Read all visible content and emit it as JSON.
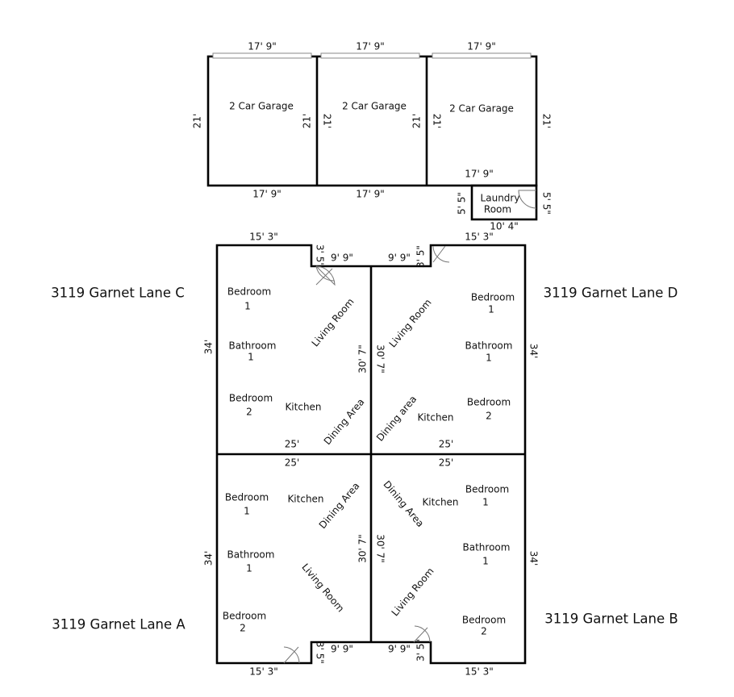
{
  "garages": [
    {
      "label": "2 Car Garage",
      "top": "17' 9\"",
      "bottom": "17' 9\"",
      "left": "21'",
      "right": "21'"
    },
    {
      "label": "2 Car Garage",
      "top": "17' 9\"",
      "bottom": "17' 9\"",
      "left": "21'",
      "right": "21'"
    },
    {
      "label": "2 Car Garage",
      "top": "17' 9\"",
      "bottom": "17' 9\"",
      "left": "21'",
      "right": "21'"
    }
  ],
  "laundry": {
    "line1": "Laundry",
    "line2": "Room",
    "left": "5' 5\"",
    "right": "5' 5\"",
    "bottom": "10' 4\""
  },
  "units": {
    "C": {
      "title": "3119 Garnet Lane  C",
      "top": "15' 3\"",
      "notch_depth": "3' 5\"",
      "notch_width": "9' 9\"",
      "side": "34'",
      "inner": "30' 7\"",
      "width": "25'",
      "bedroom1": "Bedroom",
      "bedroom1_num": "1",
      "bathroom": "Bathroom",
      "bathroom_num": "1",
      "bedroom2": "Bedroom",
      "bedroom2_num": "2",
      "kitchen": "Kitchen",
      "living": "Living Room",
      "dining": "Dining Area"
    },
    "D": {
      "title": "3119 Garnet Lane D",
      "top": "15' 3\"",
      "notch_depth": "3' 5\"",
      "notch_width": "9' 9\"",
      "side": "34'",
      "inner": "30' 7\"",
      "width": "25'",
      "bedroom1": "Bedroom",
      "bedroom1_num": "1",
      "bathroom": "Bathroom",
      "bathroom_num": "1",
      "bedroom2": "Bedroom",
      "bedroom2_num": "2",
      "kitchen": "Kitchen",
      "living": "Living Room",
      "dining": "Dining area"
    },
    "A": {
      "title": "3119 Garnet Lane A",
      "top": "15' 3\"",
      "notch_depth": "3' 5\"",
      "notch_width": "9' 9\"",
      "side": "34'",
      "inner": "30' 7\"",
      "width": "25'",
      "bedroom1": "Bedroom",
      "bedroom1_num": "1",
      "bathroom": "Bathroom",
      "bathroom_num": "1",
      "bedroom2": "Bedroom",
      "bedroom2_num": "2",
      "kitchen": "Kitchen",
      "living": "Living Room",
      "dining": "Dining Area"
    },
    "B": {
      "title": "3119 Garnet Lane B",
      "top": "15' 3\"",
      "notch_depth": "3' 5\"",
      "notch_width": "9' 9\"",
      "side": "34'",
      "inner": "30' 7\"",
      "width": "25'",
      "bedroom1": "Bedroom",
      "bedroom1_num": "1",
      "bathroom": "Bathroom",
      "bathroom_num": "1",
      "bedroom2": "Bedroom",
      "bedroom2_num": "2",
      "kitchen": "Kitchen",
      "living": "Living Room",
      "dining": "Dining Area"
    }
  }
}
